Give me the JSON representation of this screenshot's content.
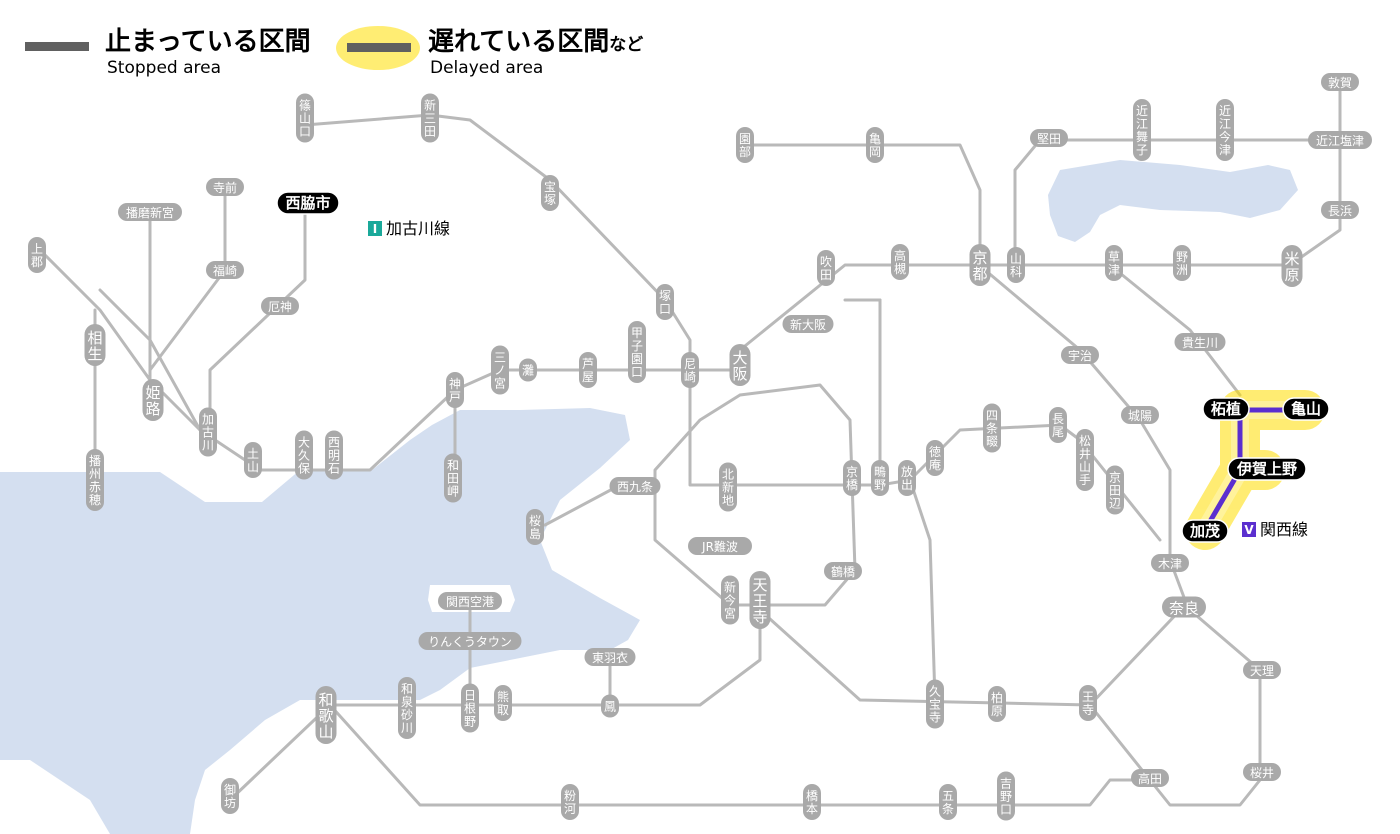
{
  "legend": {
    "stopped_title": "止まっている区間",
    "stopped_sub": "Stopped area",
    "delayed_title": "遅れている区間",
    "delayed_suffix": "など",
    "delayed_sub": "Delayed area"
  },
  "line_labels": {
    "kakogawa_badge": "I",
    "kakogawa_name": "加古川線",
    "kansai_badge": "V",
    "kansai_name": "関西線"
  },
  "colors": {
    "water": "#d4dff0",
    "route": "#b9b9b9",
    "station_pill": "#a9a9a9",
    "legend_gray": "#606060",
    "delay_highlight": "#ffde00",
    "delayed_route": "#5b2fcf",
    "kakogawa_badge": "#1aa99a",
    "kansai_badge": "#5b2fcf"
  },
  "stations": {
    "nishiwakishi": "西脇市",
    "tsuge": "柘植",
    "kameyama": "亀山",
    "iga_ueno": "伊賀上野",
    "kamo": "加茂",
    "sasayamaguchi": "篠山口",
    "shin_sanda": "新三田",
    "takarazuka": "宝塚",
    "tsukaguchi": "塚口",
    "amagasaki": "尼崎",
    "osaka": "大阪",
    "shin_osaka": "新大阪",
    "suita": "吹田",
    "takatsuki": "高槻",
    "kyoto": "京都",
    "yamashina": "山科",
    "sonobe": "園部",
    "kameoka": "亀岡",
    "katata": "堅田",
    "omi_maiko": "近江舞子",
    "omi_imazu": "近江今津",
    "tsuruga": "敦賀",
    "omi_shiotsu": "近江塩津",
    "nagahama": "長浜",
    "maibara": "米原",
    "kusatsu": "草津",
    "yasu": "野洲",
    "tsuge_label": "柘植",
    "kibukawa": "貴生川",
    "uji": "宇治",
    "jyoyo": "城陽",
    "kizu": "木津",
    "nara": "奈良",
    "tenri": "天理",
    "sakurai": "桜井",
    "takada": "高田",
    "oji": "王寺",
    "kashiwara": "柏原",
    "kyuhoji": "久宝寺",
    "gojo": "五条",
    "yoshinoguchi": "吉野口",
    "hashimoto": "橋本",
    "kokawa": "粉河",
    "wakayama": "和歌山",
    "gobo": "御坊",
    "izumisunagawa": "和泉砂川",
    "hineno": "日根野",
    "kumatori": "熊取",
    "otori": "鳳",
    "higashi_hagoromo": "東羽衣",
    "rinku": "りんくうタウン",
    "kansai_airport": "関西空港",
    "tennoji": "天王寺",
    "shin_imamiya": "新今宮",
    "jr_namba": "JR難波",
    "tsuruhashi": "鶴橋",
    "kyobashi": "京橋",
    "nishikujo": "西九条",
    "sakurajima": "桜島",
    "kitashinchi": "北新地",
    "hanaten": "放出",
    "kamo_ml": "鴫野",
    "tokuan": "徳庵",
    "shijonawate": "四条畷",
    "nagao": "長尾",
    "matsuiyamate": "松井山手",
    "kyotanabe": "京田辺",
    "koshienguchi": "甲子園口",
    "ashiya": "芦屋",
    "nada": "灘",
    "sannomiya": "三ノ宮",
    "kobe": "神戸",
    "wadamisaki": "和田岬",
    "nishiakashi": "西明石",
    "okubo": "大久保",
    "dokyu": "土山",
    "kakogawa": "加古川",
    "yakujin": "厄神",
    "fukusaki": "福崎",
    "teramae": "寺前",
    "harima_shingu": "播磨新宮",
    "himeji": "姫路",
    "aioi": "相生",
    "kamigori": "上郡",
    "banshu_ako": "播州赤穂"
  }
}
